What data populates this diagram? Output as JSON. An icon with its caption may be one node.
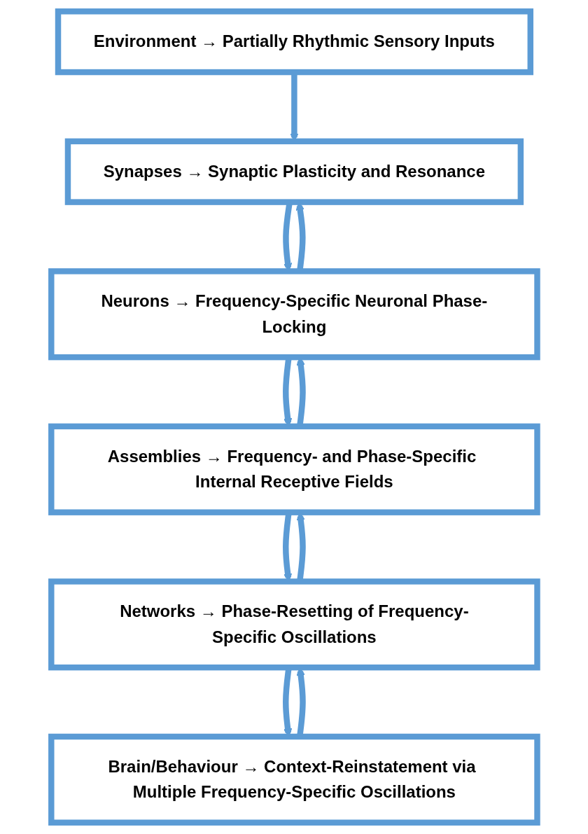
{
  "diagram": {
    "nodes": [
      {
        "text": [
          "Environment → Partially Rhythmic Sensory Inputs"
        ]
      },
      {
        "text": [
          "Synapses → Synaptic Plasticity and Resonance"
        ]
      },
      {
        "text": [
          "Neurons → Frequency-Specific Neuronal Phase-Locking"
        ]
      },
      {
        "text": [
          "Assemblies → Frequency- and Phase-Specific Internal Receptive Fields"
        ]
      },
      {
        "text": [
          "Networks → Phase-Resetting of Frequency-Specific Oscillations"
        ]
      },
      {
        "text": [
          "Brain/Behaviour → Context-Reinstatement via Multiple Frequency-Specific Oscillations"
        ]
      }
    ],
    "edges": [
      {
        "from": 0,
        "to": 1,
        "arrow": "to"
      },
      {
        "from": 1,
        "to": 2,
        "arrow": "to"
      },
      {
        "from": 2,
        "to": 1,
        "arrow": "to"
      },
      {
        "from": 2,
        "to": 3,
        "arrow": "to"
      },
      {
        "from": 3,
        "to": 2,
        "arrow": "to"
      },
      {
        "from": 3,
        "to": 4,
        "arrow": "to"
      },
      {
        "from": 4,
        "to": 3,
        "arrow": "to"
      },
      {
        "from": 4,
        "to": 5,
        "arrow": "to"
      },
      {
        "from": 5,
        "to": 4,
        "arrow": "to"
      }
    ]
  }
}
